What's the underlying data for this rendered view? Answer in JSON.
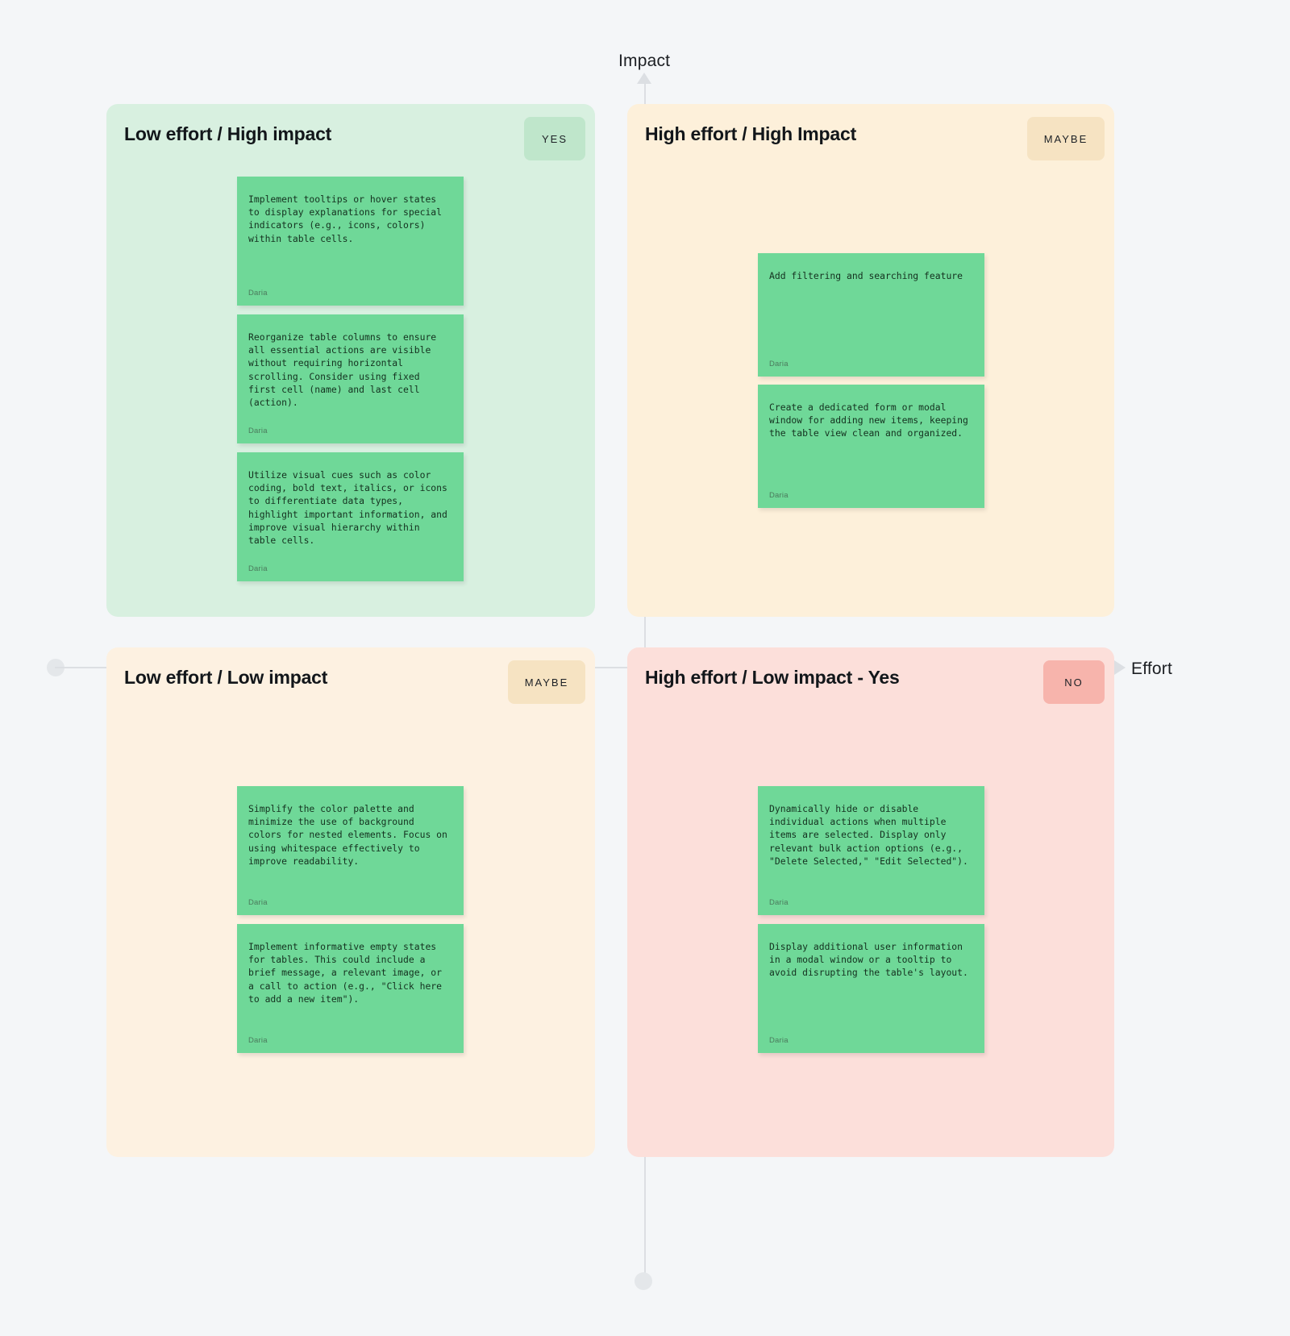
{
  "axes": {
    "y_label": "Impact",
    "x_label": "Effort"
  },
  "quadrants": [
    {
      "id": "low-effort-high-impact",
      "title": "Low effort / High impact",
      "badge": "YES",
      "badge_color": "#bfe6cb",
      "bg_color": "#d8f0e0",
      "notes": [
        {
          "text": "Implement tooltips or hover states to display explanations for special indicators (e.g., icons, colors) within table cells.",
          "author": "Daria",
          "color": "#6fd898"
        },
        {
          "text": "Reorganize table columns to ensure all essential actions are visible without requiring horizontal scrolling. Consider using fixed first cell (name) and last cell (action).",
          "author": "Daria",
          "color": "#6fd898"
        },
        {
          "text": "Utilize visual cues such as color coding, bold text, italics, or icons to differentiate data types, highlight important information, and improve visual hierarchy within table cells.",
          "author": "Daria",
          "color": "#6fd898"
        }
      ]
    },
    {
      "id": "high-effort-high-impact",
      "title": "High effort / High Impact",
      "badge": "MAYBE",
      "badge_color": "#f6e3c2",
      "bg_color": "#fdf0da",
      "notes": [
        {
          "text": "Add filtering and searching feature",
          "author": "Daria",
          "color": "#6fd898"
        },
        {
          "text": "Create a dedicated form or modal window for adding new items, keeping the table view clean and organized.",
          "author": "Daria",
          "color": "#6fd898"
        }
      ]
    },
    {
      "id": "low-effort-low-impact",
      "title": "Low effort / Low impact",
      "badge": "MAYBE",
      "badge_color": "#f6e3c2",
      "bg_color": "#fdf1e1",
      "notes": [
        {
          "text": "Simplify the color palette and minimize the use of background colors for nested elements. Focus on using whitespace effectively to improve readability.",
          "author": "Daria",
          "color": "#6fd898"
        },
        {
          "text": "Implement informative empty states for tables. This could include a brief message, a relevant image, or a call to action (e.g., \"Click here to add a new item\").",
          "author": "Daria",
          "color": "#6fd898"
        }
      ]
    },
    {
      "id": "high-effort-low-impact",
      "title": "High effort / Low impact - Yes",
      "badge": "NO",
      "badge_color": "#f7b4ac",
      "bg_color": "#fcdfda",
      "notes": [
        {
          "text": "Dynamically hide or disable individual actions when multiple items are selected. Display only relevant bulk action options (e.g., \"Delete Selected,\" \"Edit Selected\").",
          "author": "Daria",
          "color": "#6fd898"
        },
        {
          "text": "Display additional user information in a modal window or a tooltip to avoid disrupting the table's layout.",
          "author": "Daria",
          "color": "#6fd898"
        }
      ]
    }
  ]
}
